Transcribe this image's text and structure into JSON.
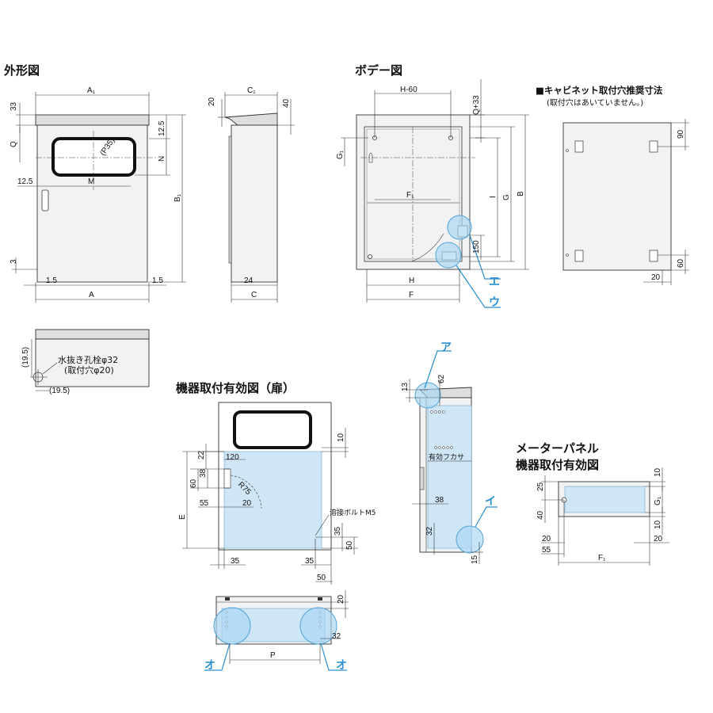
{
  "titles": {
    "outline": "外形図",
    "body": "ボデー図",
    "cabinet_holes": "■キャビネット取付穴推奨寸法",
    "cabinet_note": "(取付穴はあいていません。)",
    "door_area": "機器取付有効図（扉）",
    "meter_line1": "メーターパネル",
    "meter_line2": "機器取付有効図"
  },
  "outline": {
    "A1": "A₁",
    "C1": "C₁",
    "d33": "33",
    "d20": "20",
    "d40": "40",
    "d12_5_top": "12.5",
    "Q": "Q",
    "N": "N",
    "P35": "(P35)",
    "d12_5_left": "12.5",
    "M": "M",
    "B1": "B₁",
    "d3": "3",
    "d1_5_left": "1.5",
    "d1_5_right": "1.5",
    "A": "A",
    "d24": "24",
    "C": "C"
  },
  "bottom_view": {
    "d19_5_v": "(19.5)",
    "d19_5_h": "(19.5)",
    "note1": "水抜き孔栓φ32",
    "note2": "(取付穴φ20)"
  },
  "body_view": {
    "H60": "H-60",
    "Q33": "Q+33",
    "G1": "G₁",
    "F1": "F₁",
    "I": "I",
    "G": "G",
    "B": "B",
    "d150": "150",
    "H": "H",
    "F": "F",
    "callout_e": "エ",
    "callout_u": "ウ"
  },
  "cabinet_view": {
    "d90": "90",
    "d60": "60",
    "d20": "20"
  },
  "door_view": {
    "d22": "22",
    "d120": "120",
    "d60": "60",
    "d38": "38",
    "R75": "R75",
    "d55": "55",
    "d20": "20",
    "E": "E",
    "d10": "10",
    "weld_bolt": "溶接ボルトM5",
    "d35_r": "35",
    "d50_r": "50",
    "d35_bl": "35",
    "d35_br": "35",
    "d50_b": "50"
  },
  "side_view": {
    "callout_a": "ア",
    "d13": "13",
    "d62": "62",
    "yuko": "有効フカサ",
    "d38": "38",
    "callout_i": "イ",
    "d32": "32",
    "d15": "15"
  },
  "top_view": {
    "d20": "20",
    "d32": "32",
    "P": "P",
    "callout_o_l": "オ",
    "callout_o_r": "オ"
  },
  "meter_view": {
    "d25": "25",
    "d10_top": "10",
    "G1": "G₁",
    "d40": "40",
    "d10_bot": "10",
    "d20_l": "20",
    "d20_r": "20",
    "d55": "55",
    "F1": "F₁"
  }
}
